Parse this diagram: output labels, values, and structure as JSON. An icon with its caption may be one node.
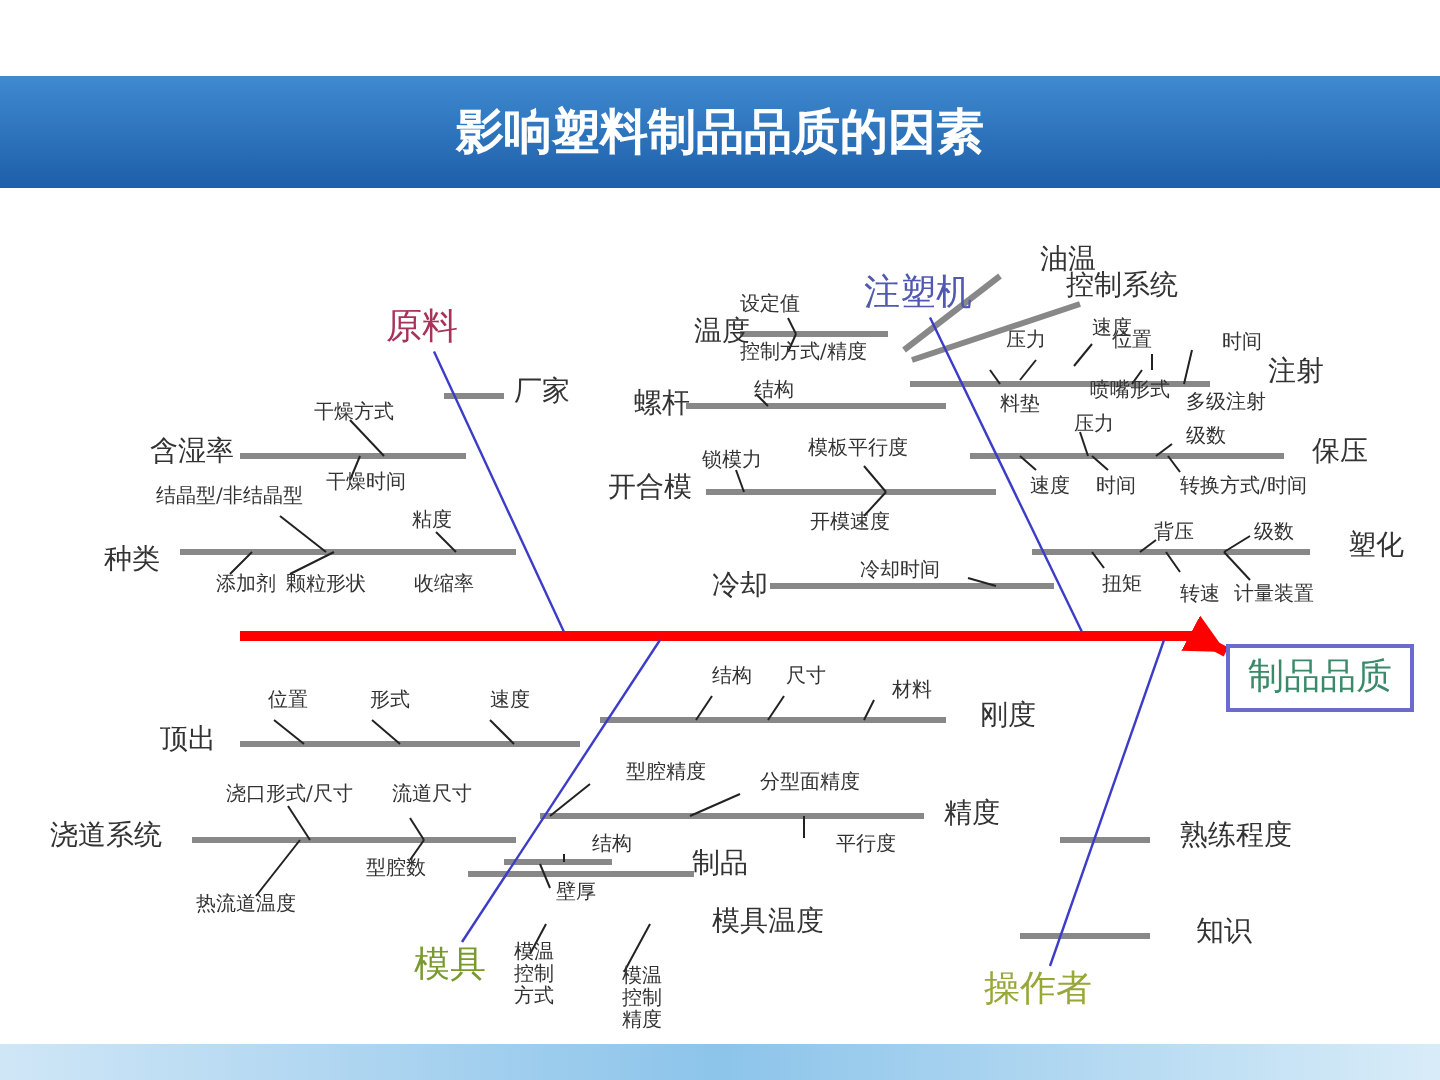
{
  "diagram": {
    "title": "影响塑料制品品质的因素",
    "nodes": [
      {
        "text": [
          "制品品质"
        ]
      },
      {
        "text": [
          "原料"
        ]
      },
      {
        "text": [
          "注塑机"
        ]
      },
      {
        "text": [
          "模具"
        ]
      },
      {
        "text": [
          "操作者"
        ]
      }
    ],
    "edges": [
      {
        "from": null,
        "to": 0,
        "arrow": "to",
        "style": "thick",
        "color": "#ff0000"
      },
      {
        "from": 1,
        "to": null,
        "arrow": "none"
      },
      {
        "from": 2,
        "to": null,
        "arrow": "none"
      },
      {
        "from": 3,
        "to": null,
        "arrow": "none"
      },
      {
        "from": 4,
        "to": null,
        "arrow": "none"
      }
    ],
    "labels": [
      "油温",
      "控制系统",
      "设定值",
      "温度",
      "速度",
      "控制方式/精度",
      "压力",
      "位置",
      "时间",
      "注射",
      "厂家",
      "结构",
      "喷嘴形式",
      "螺杆",
      "料垫",
      "多级注射",
      "干燥方式",
      "压力",
      "级数",
      "含湿率",
      "锁模力",
      "模板平行度",
      "保压",
      "干燥时间",
      "开合模",
      "速度",
      "时间",
      "转换方式/时间",
      "结晶型/非结晶型",
      "粘度",
      "开模速度",
      "背压",
      "级数",
      "塑化",
      "种类",
      "冷却时间",
      "添加剂",
      "颗粒形状",
      "收缩率",
      "冷却",
      "扭矩",
      "转速",
      "计量装置",
      "结构",
      "尺寸",
      "材料",
      "位置",
      "形式",
      "速度",
      "刚度",
      "顶出",
      "型腔精度",
      "分型面精度",
      "浇口形式/尺寸",
      "流道尺寸",
      "精度",
      "浇道系统",
      "型腔数",
      "结构",
      "制品",
      "平行度",
      "熟练程度",
      "壁厚",
      "热流道温度",
      "模具温度",
      "知识",
      "模温控制方式",
      "模温控制精度"
    ]
  }
}
